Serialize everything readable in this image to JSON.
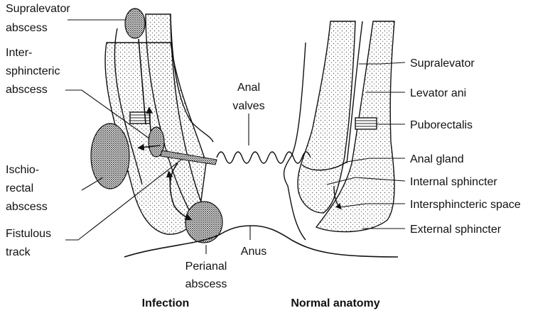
{
  "labels_left": {
    "supralevator_1": "Supralevator",
    "supralevator_2": "abscess",
    "intersphincteric_1": "Inter-",
    "intersphincteric_2": "sphincteric",
    "intersphincteric_3": "abscess",
    "ischiorectal_1": "Ischio-",
    "ischiorectal_2": "rectal",
    "ischiorectal_3": "abscess",
    "fistulous_1": "Fistulous",
    "fistulous_2": "track"
  },
  "labels_center": {
    "anal_valves_1": "Anal",
    "anal_valves_2": "valves",
    "anus": "Anus",
    "perianal_1": "Perianal",
    "perianal_2": "abscess"
  },
  "labels_right": {
    "supralevator": "Supralevator",
    "levator_ani": "Levator ani",
    "puborectalis": "Puborectalis",
    "anal_gland": "Anal gland",
    "internal_sphincter": "Internal sphincter",
    "intersphincteric_space": "Intersphincteric space",
    "external_sphincter": "External sphincter"
  },
  "captions": {
    "left": "Infection",
    "right": "Normal anatomy"
  }
}
